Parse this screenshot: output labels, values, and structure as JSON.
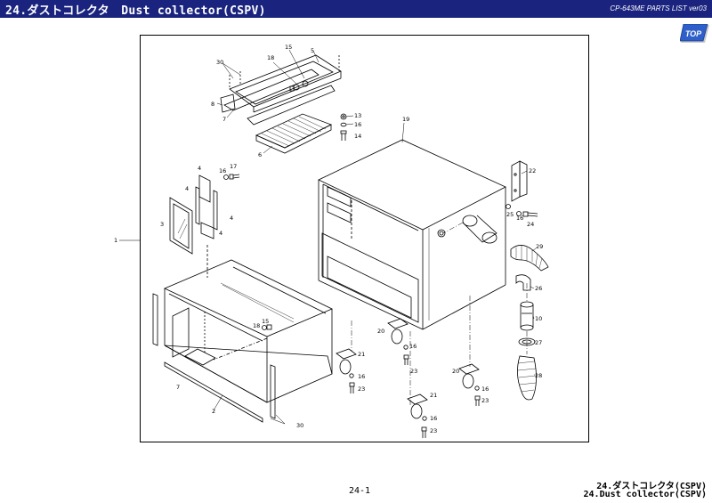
{
  "header": {
    "title": "24.ダストコレクタ　Dust collector(CSPV)",
    "version": "CP-643ME PARTS LIST ver03"
  },
  "top_button": {
    "label": "TOP"
  },
  "diagram": {
    "part_labels": [
      "1",
      "2",
      "3",
      "4",
      "4",
      "4",
      "4",
      "5",
      "6",
      "7",
      "7",
      "8",
      "10",
      "13",
      "14",
      "15",
      "15",
      "16",
      "16",
      "16",
      "16",
      "16",
      "16",
      "16",
      "17",
      "18",
      "18",
      "19",
      "20",
      "20",
      "21",
      "21",
      "22",
      "23",
      "23",
      "23",
      "23",
      "24",
      "25",
      "26",
      "27",
      "28",
      "29",
      "30",
      "30"
    ]
  },
  "footer": {
    "page_number": "24-1",
    "title_jp": "24.ダストコレクタ(CSPV)",
    "title_en": "24.Dust collector(CSPV)"
  },
  "colors": {
    "header_bg": "#1a237e",
    "header_text": "#ffffff",
    "top_button": "#2f5fc9"
  }
}
